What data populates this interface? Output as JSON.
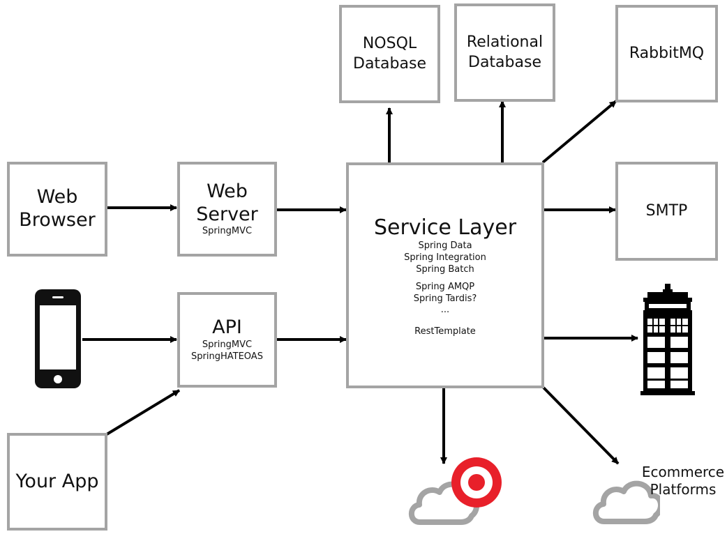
{
  "nodes": {
    "web_browser": {
      "lines": [
        "Web",
        "Browser"
      ]
    },
    "web_server": {
      "lines": [
        "Web",
        "Server"
      ],
      "sub": [
        "SpringMVC"
      ]
    },
    "api": {
      "lines": [
        "API"
      ],
      "sub": [
        "SpringMVC",
        "SpringHATEOAS"
      ]
    },
    "your_app": {
      "lines": [
        "Your App"
      ]
    },
    "nosql": {
      "lines": [
        "NOSQL",
        "Database"
      ]
    },
    "relational": {
      "lines": [
        "Relational",
        "Database"
      ]
    },
    "rabbitmq": {
      "lines": [
        "RabbitMQ"
      ]
    },
    "smtp": {
      "lines": [
        "SMTP"
      ]
    },
    "service_layer": {
      "title": "Service Layer",
      "items": [
        "Spring Data",
        "Spring Integration",
        "Spring Batch",
        "Spring AMQP",
        "Spring Tardis?",
        "...",
        "RestTemplate"
      ]
    }
  },
  "ecommerce": {
    "lines": [
      "Ecommerce",
      "Platforms"
    ]
  },
  "icons": {
    "phone": "smartphone-icon",
    "tardis": "police-box-icon",
    "target_cloud": "target-cloud-icon",
    "ecommerce_cloud": "cloud-icon"
  },
  "colors": {
    "box_border": "#a4a4a4",
    "arrow": "#000000",
    "target_red": "#e8202a",
    "cloud": "#a4a4a4",
    "tardis": "#000000",
    "phone": "#111111"
  }
}
